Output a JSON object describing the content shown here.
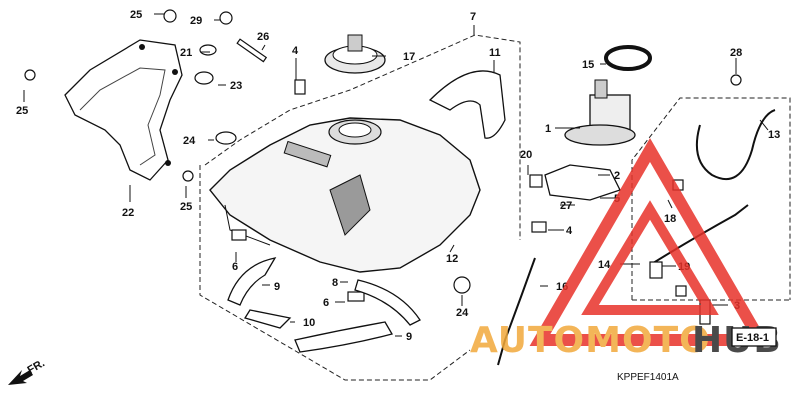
{
  "diagram": {
    "callouts": [
      "25",
      "29",
      "21",
      "26",
      "4",
      "17",
      "7",
      "11",
      "15",
      "28",
      "23",
      "1",
      "13",
      "24",
      "20",
      "2",
      "27",
      "5",
      "18",
      "12",
      "4",
      "6",
      "8",
      "14",
      "19",
      "16",
      "3",
      "9",
      "6",
      "10",
      "24",
      "9",
      "22",
      "25",
      "25"
    ],
    "reference": "E-18-1",
    "drawing_code": "KPPEF1401A",
    "direction_label": "FR."
  },
  "watermark": {
    "text_part1": "AUTOMOTO",
    "text_part2": "HUB",
    "color_part1": "#f2a93b",
    "color_part2": "#2b2b2b",
    "triangle_color": "#e8322a"
  }
}
